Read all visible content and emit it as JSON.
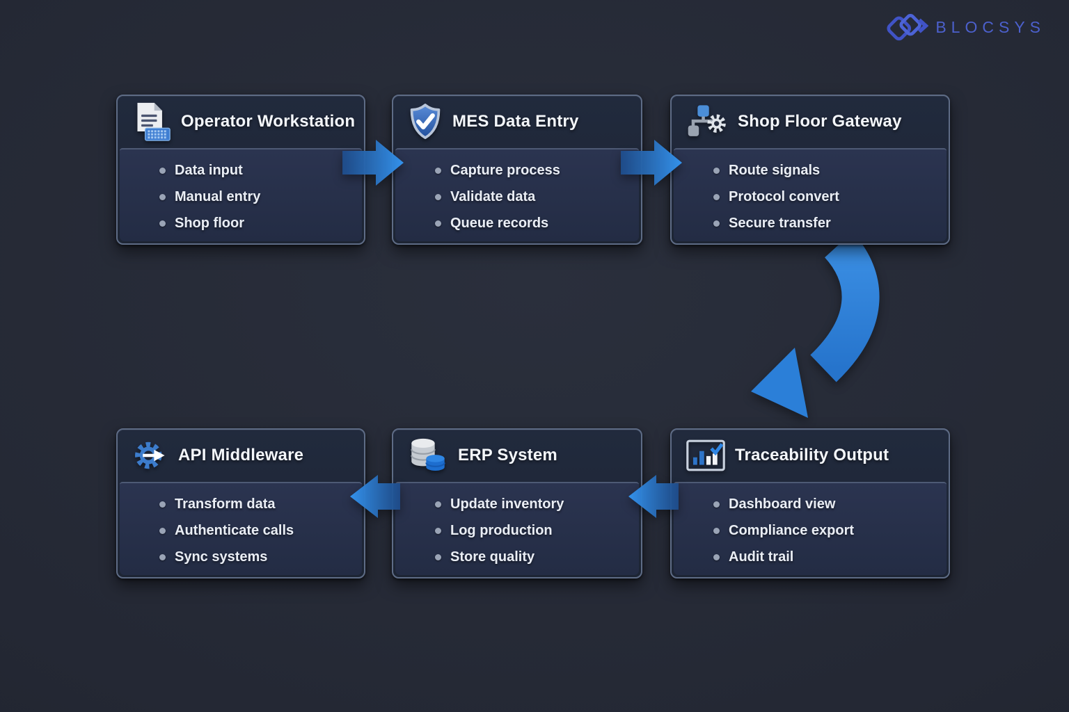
{
  "brand": {
    "name": "BLOCSYS"
  },
  "colors": {
    "background": "#242834",
    "box_border": "#5e6c86",
    "box_header_bg": "#212a3d",
    "box_body_bg": "#2b3450",
    "arrow_blue": "#2f86e4",
    "logo_blue": "#4c60cc",
    "title_text": "#f3f6fa",
    "bullet_text": "#eaeef5",
    "bullet_dot": "#9aa4b6"
  },
  "nodes": [
    {
      "title": "Operator Workstation",
      "icon": "document-keyboard-icon",
      "bullets": [
        "Data input",
        "Manual entry",
        "Shop floor"
      ]
    },
    {
      "title": "MES Data Entry",
      "icon": "shield-check-icon",
      "bullets": [
        "Capture process",
        "Validate data",
        "Queue records"
      ]
    },
    {
      "title": "Shop Floor Gateway",
      "icon": "network-gear-icon",
      "bullets": [
        "Route signals",
        "Protocol convert",
        "Secure transfer"
      ]
    },
    {
      "title": "API Middleware",
      "icon": "gear-arrow-icon",
      "bullets": [
        "Transform data",
        "Authenticate calls",
        "Sync systems"
      ]
    },
    {
      "title": "ERP System",
      "icon": "database-icon",
      "bullets": [
        "Update inventory",
        "Log production",
        "Store quality"
      ]
    },
    {
      "title": "Traceability Output",
      "icon": "bar-chart-check-icon",
      "bullets": [
        "Dashboard view",
        "Compliance export",
        "Audit trail"
      ]
    }
  ],
  "flow": [
    {
      "from": "Operator Workstation",
      "to": "MES Data Entry",
      "direction": "right"
    },
    {
      "from": "MES Data Entry",
      "to": "Shop Floor Gateway",
      "direction": "right"
    },
    {
      "from": "Shop Floor Gateway",
      "to": "Traceability Output",
      "direction": "curved-down"
    },
    {
      "from": "Traceability Output",
      "to": "ERP System",
      "direction": "left"
    },
    {
      "from": "ERP System",
      "to": "API Middleware",
      "direction": "left"
    }
  ]
}
